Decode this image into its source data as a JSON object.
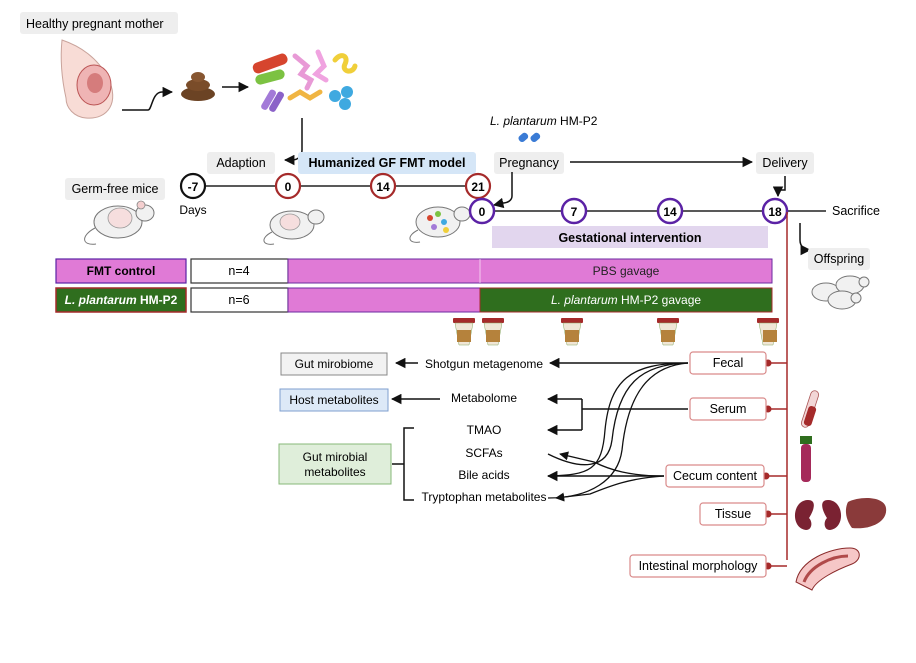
{
  "title_labels": {
    "healthy_mother": "Healthy pregnant mother",
    "germ_free": "Germ-free mice",
    "adaption": "Adaption",
    "model": "Humanized GF FMT model",
    "days": "Days",
    "probiotic": "HM-P2",
    "probiotic_italic": "L. plantarum",
    "pregnancy": "Pregnancy",
    "delivery": "Delivery",
    "sacrifice": "Sacrifice",
    "gestational": "Gestational intervention",
    "offspring": "Offspring"
  },
  "timeline1": [
    "-7",
    "0",
    "14",
    "21"
  ],
  "timeline2": [
    "0",
    "7",
    "14",
    "18"
  ],
  "groups": [
    {
      "name_italic": "",
      "name": "FMT control",
      "n": "n=4",
      "gavage_italic": "",
      "gavage": "PBS gavage"
    },
    {
      "name_italic": "L. plantarum",
      "name": "HM-P2",
      "n": "n=6",
      "gavage_italic": "L. plantarum",
      "gavage": "HM-P2 gavage"
    }
  ],
  "samples": {
    "fecal": "Fecal",
    "serum": "Serum",
    "cecum": "Cecum content",
    "tissue": "Tissue",
    "morphology": "Intestinal morphology"
  },
  "analyses": {
    "shotgun": "Shotgun metagenome",
    "metabolome": "Metabolome",
    "tmao": "TMAO",
    "scfas": "SCFAs",
    "bile": "Bile acids",
    "tryptophan": "Tryptophan metabolites"
  },
  "outputs": {
    "microbiome": "Gut mirobiome",
    "host": "Host metabolites",
    "gut_met_1": "Gut mirobial",
    "gut_met_2": "metabolites"
  },
  "colors": {
    "maroon": "#a52a2a",
    "purple": "#5b22a5",
    "pink": "#e07ad6",
    "green": "#2f6e1e",
    "lavender": "#e2d6ee",
    "model_bg": "#d5e6f7",
    "host_bg": "#dde9f7",
    "gutmet_bg": "#dfeeda"
  }
}
